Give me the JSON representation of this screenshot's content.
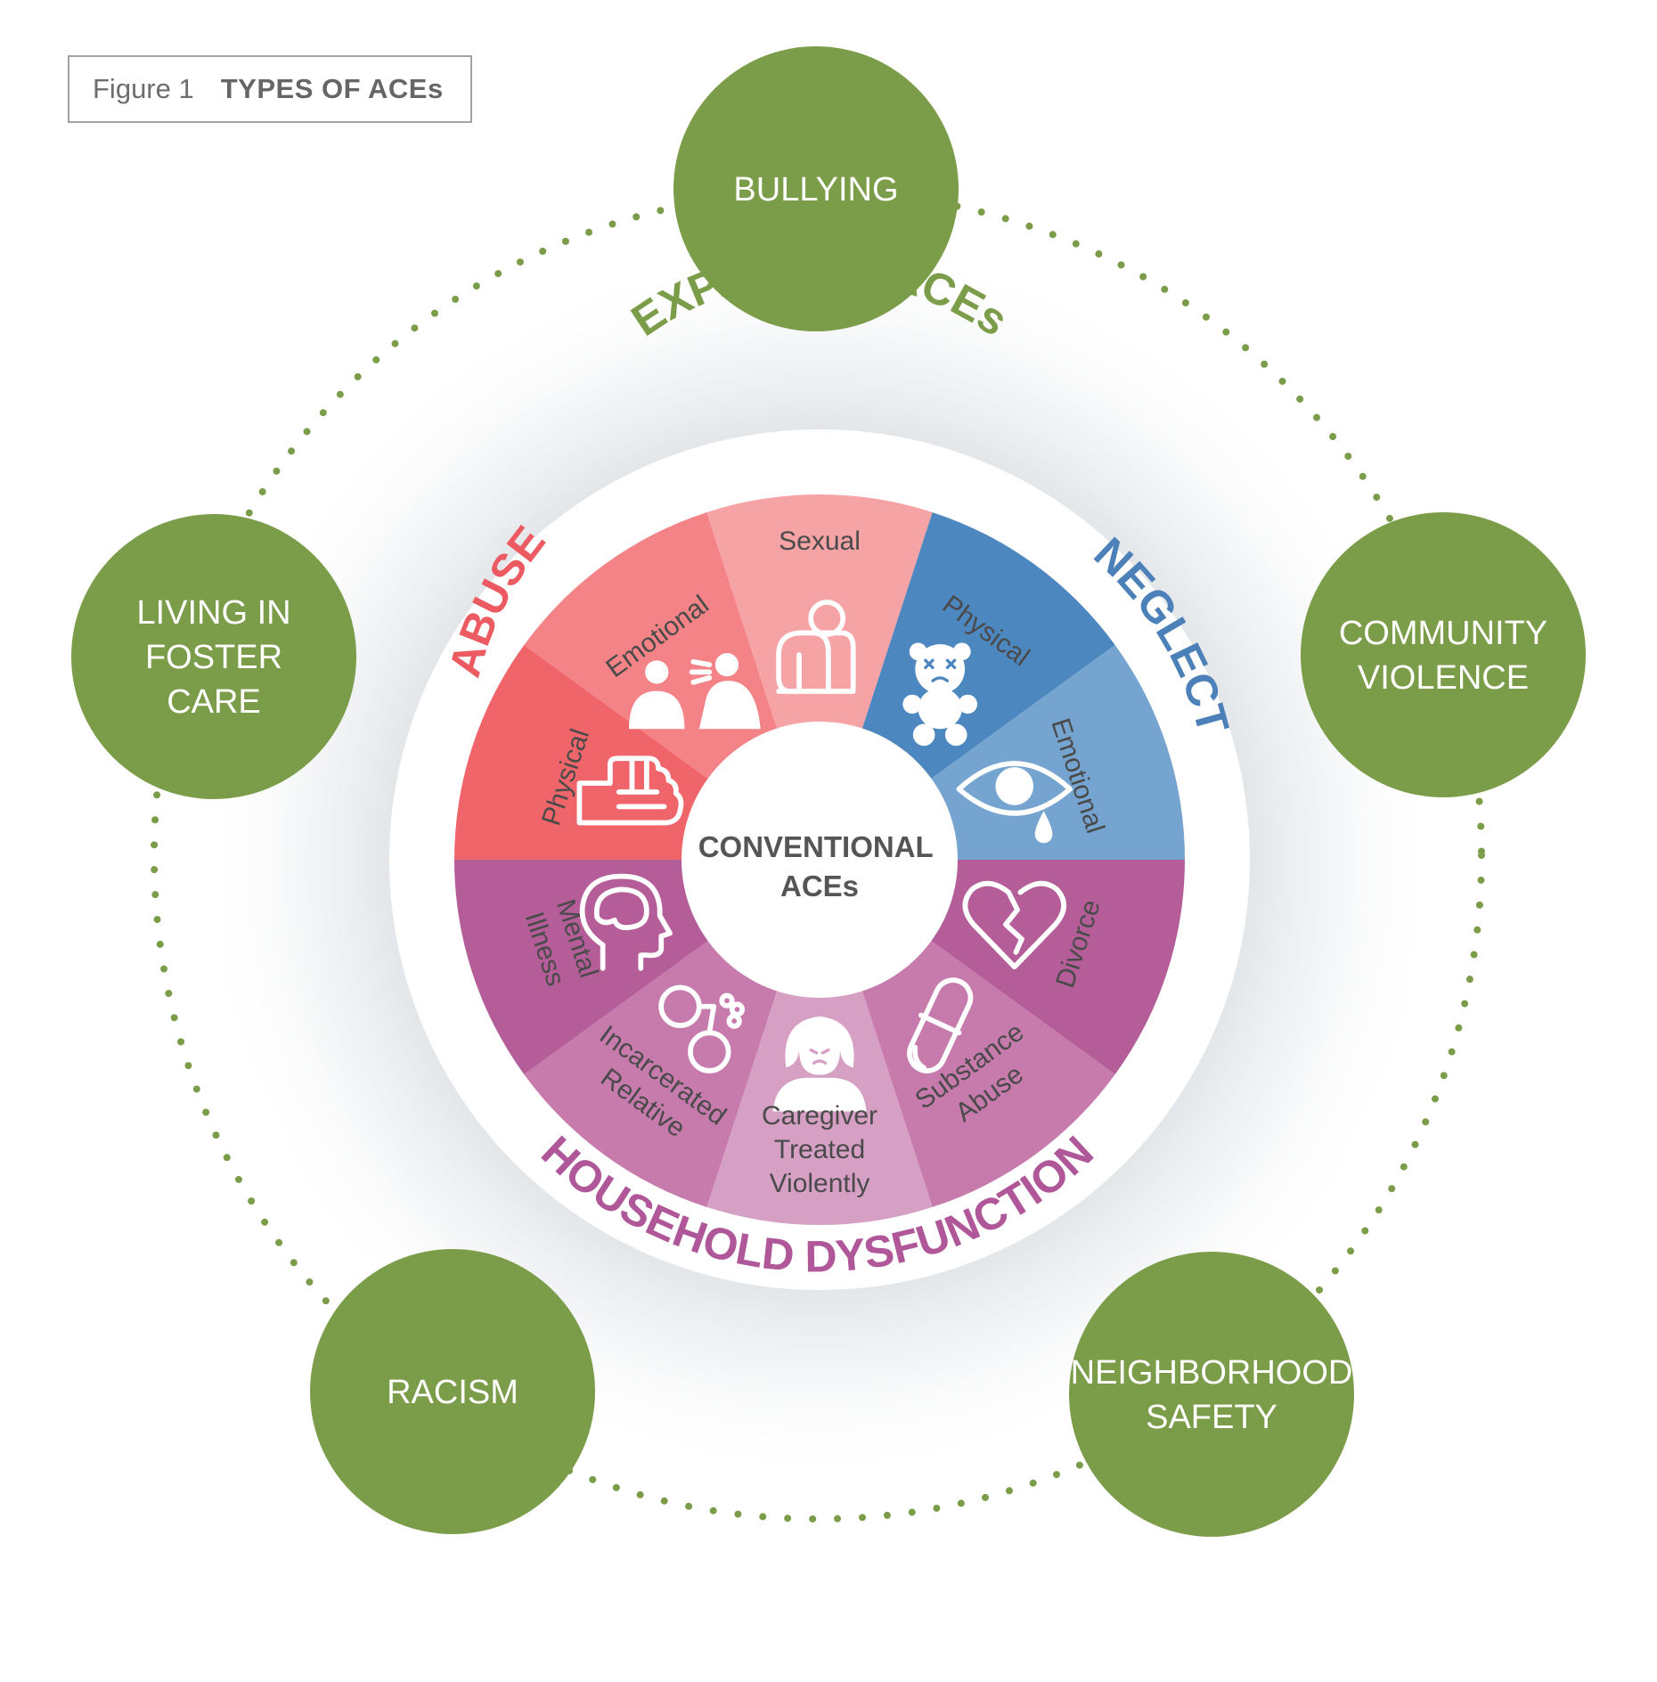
{
  "figure": {
    "number": "Figure 1",
    "title": "TYPES OF ACEs"
  },
  "expanded": {
    "label": "EXPANDED ACEs",
    "color": "#7b9c48",
    "items": [
      {
        "id": "bullying",
        "lines": [
          "BULLYING"
        ]
      },
      {
        "id": "community-violence",
        "lines": [
          "COMMUNITY",
          "VIOLENCE"
        ]
      },
      {
        "id": "neighborhood-safety",
        "lines": [
          "NEIGHBORHOOD",
          "SAFETY"
        ]
      },
      {
        "id": "racism",
        "lines": [
          "RACISM"
        ]
      },
      {
        "id": "foster-care",
        "lines": [
          "LIVING IN",
          "FOSTER",
          "CARE"
        ]
      }
    ]
  },
  "center": {
    "lines": [
      "CONVENTIONAL",
      "ACEs"
    ]
  },
  "categories": {
    "abuse": {
      "label": "ABUSE",
      "color": "#ec5a62"
    },
    "neglect": {
      "label": "NEGLECT",
      "color": "#4b80b8"
    },
    "household": {
      "label": "HOUSEHOLD DYSFUNCTION",
      "color": "#b0579a"
    }
  },
  "segments": [
    {
      "id": "abuse-physical",
      "lines": [
        "Physical"
      ],
      "color": "#f0656a",
      "icon": "fist-icon"
    },
    {
      "id": "abuse-emotional",
      "lines": [
        "Emotional"
      ],
      "color": "#f38386",
      "icon": "yelling-people-icon"
    },
    {
      "id": "abuse-sexual",
      "lines": [
        "Sexual"
      ],
      "color": "#f6a3a6",
      "icon": "hugging-knees-icon"
    },
    {
      "id": "neglect-physical",
      "lines": [
        "Physical"
      ],
      "color": "#4d87bf",
      "icon": "teddy-bear-icon"
    },
    {
      "id": "neglect-emotional",
      "lines": [
        "Emotional"
      ],
      "color": "#74a4cf",
      "icon": "crying-eye-icon"
    },
    {
      "id": "divorce",
      "lines": [
        "Divorce"
      ],
      "color": "#b55d98",
      "icon": "broken-heart-icon"
    },
    {
      "id": "substance-abuse",
      "lines": [
        "Substance",
        "Abuse"
      ],
      "color": "#c77aac",
      "icon": "pill-icon"
    },
    {
      "id": "caregiver-violence",
      "lines": [
        "Caregiver",
        "Treated",
        "Violently"
      ],
      "color": "#d69fc4",
      "icon": "bruised-woman-icon"
    },
    {
      "id": "incarcerated-relative",
      "lines": [
        "Incarcerated",
        "Relative"
      ],
      "color": "#c77aac",
      "icon": "handcuffs-icon"
    },
    {
      "id": "mental-illness",
      "lines": [
        "Mental",
        "Illness"
      ],
      "color": "#b55d98",
      "icon": "head-brain-icon"
    }
  ]
}
